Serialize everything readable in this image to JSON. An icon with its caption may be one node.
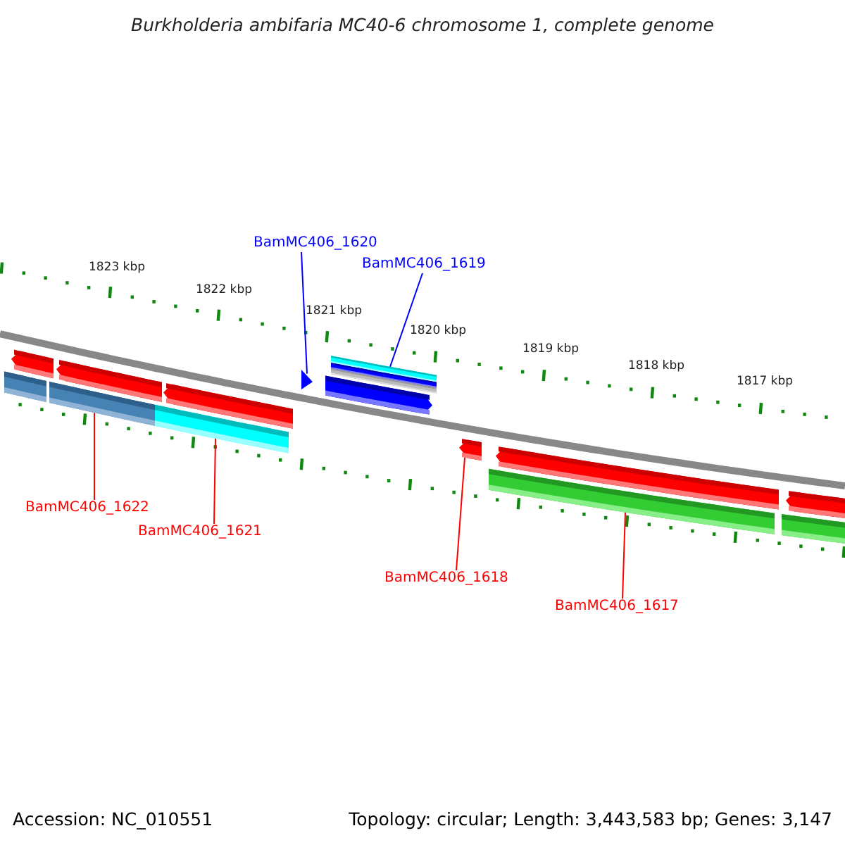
{
  "diagram": {
    "title": "Burkholderia ambifaria MC40-6 chromosome 1, complete genome",
    "nodes": [
      {
        "text": [
          "BamMC406_1620"
        ]
      },
      {
        "text": [
          "BamMC406_1619"
        ]
      },
      {
        "text": [
          "BamMC406_1622"
        ]
      },
      {
        "text": [
          "BamMC406_1621"
        ]
      },
      {
        "text": [
          "BamMC406_1618"
        ]
      },
      {
        "text": [
          "BamMC406_1617"
        ]
      },
      {
        "text": [],
        "shape": "triangle"
      },
      {
        "text": [],
        "shape": "arrow"
      },
      {
        "text": [],
        "shape": "bar"
      },
      {
        "text": [],
        "shape": "bar"
      },
      {
        "text": [],
        "shape": "arrow"
      },
      {
        "text": [],
        "shape": "bar"
      }
    ],
    "edges": [
      {
        "from": 0,
        "to": 6,
        "arrow": "none",
        "color": "#0000ff"
      },
      {
        "from": 1,
        "to": 7,
        "arrow": "none",
        "color": "#0000ff"
      },
      {
        "from": 2,
        "to": 8,
        "arrow": "none"
      },
      {
        "from": 3,
        "to": 9,
        "arrow": "none"
      },
      {
        "from": 4,
        "to": 10,
        "arrow": "none"
      },
      {
        "from": 5,
        "to": 11,
        "arrow": "none"
      }
    ],
    "labels": [
      "1823 kbp",
      "1822 kbp",
      "1821 kbp",
      "1820 kbp",
      "1819 kbp",
      "1818 kbp",
      "1817 kbp",
      "Accession: NC_010551",
      "Topology: circular; Length: 3,443,583 bp; Genes: 3,147"
    ]
  }
}
